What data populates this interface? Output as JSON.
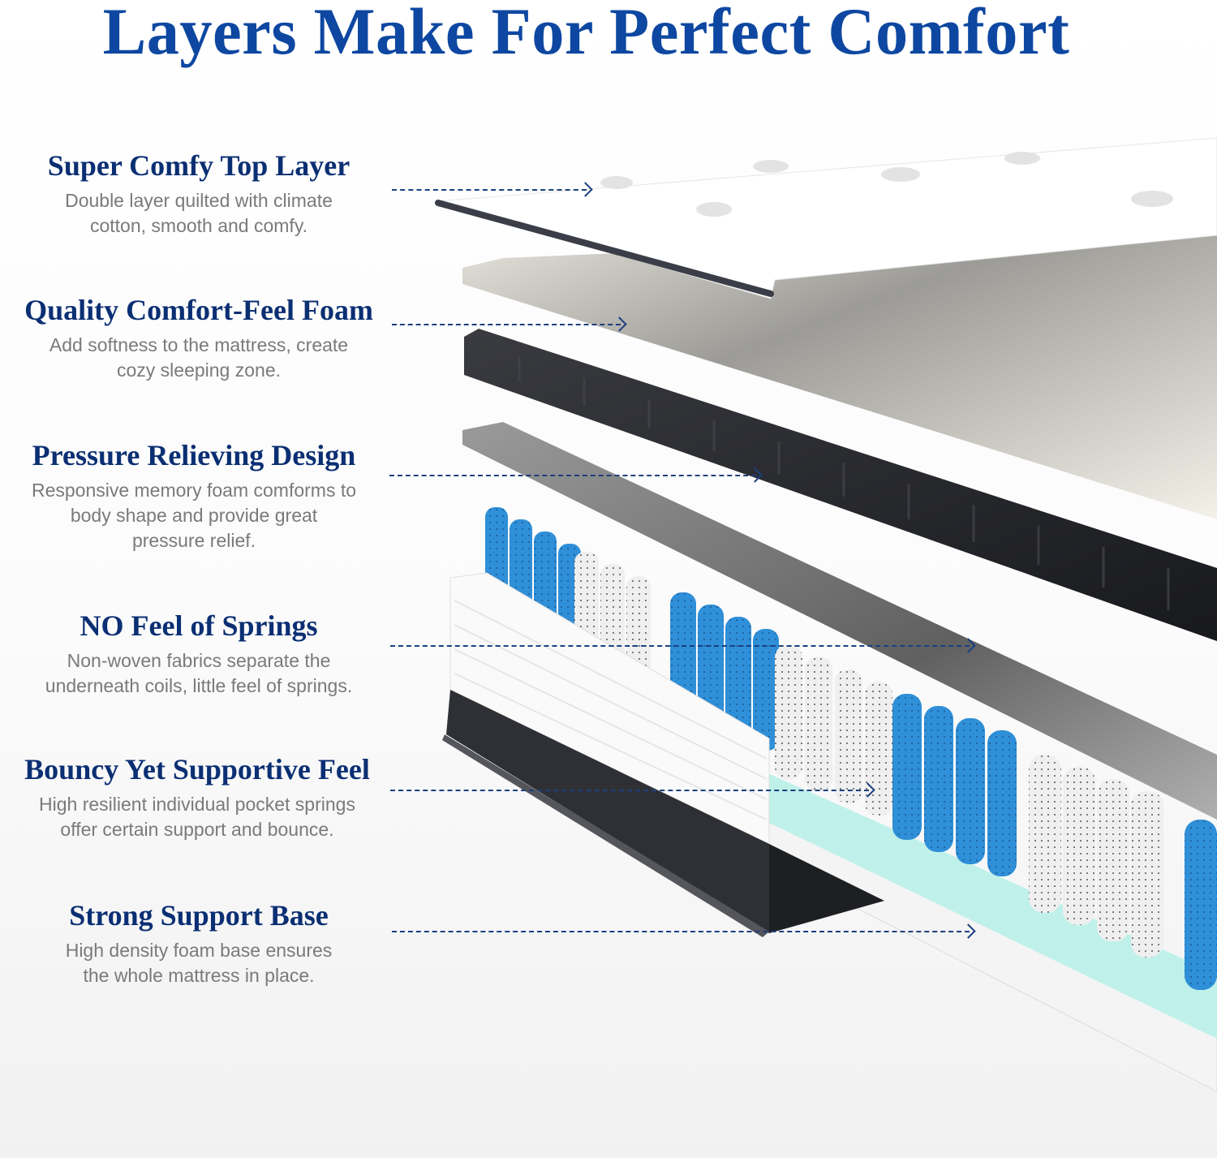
{
  "header": {
    "title": "Layers Make For Perfect Comfort"
  },
  "colors": {
    "title": "#0d47a1",
    "heading": "#0b2f73",
    "body_text": "#7a7a7a",
    "leader_line": "#1c3f7f",
    "spring_blue": "#2f8fd8",
    "spring_white": "#eeeeee",
    "foam_dark": "#2a2b30",
    "foam_cream": "#efede4",
    "foam_gray": "#8c8c8c",
    "support_mint": "#bff1ea"
  },
  "features": [
    {
      "heading": "Super Comfy Top Layer",
      "lines": [
        "Double layer quilted with climate",
        "cotton, smooth and comfy."
      ]
    },
    {
      "heading": "Quality Comfort-Feel Foam",
      "lines": [
        "Add softness to the mattress, create",
        "cozy sleeping zone."
      ]
    },
    {
      "heading": "Pressure Relieving Design",
      "lines": [
        "Responsive memory foam comforms to",
        "body shape and provide great",
        "pressure relief."
      ]
    },
    {
      "heading": "NO Feel of Springs",
      "lines": [
        "Non-woven fabrics separate the",
        "underneath coils, little feel of springs."
      ]
    },
    {
      "heading": "Bouncy Yet Supportive Feel",
      "lines": [
        "High resilient individual pocket springs",
        "offer certain support and bounce."
      ]
    },
    {
      "heading": "Strong Support Base",
      "lines": [
        "High density foam base ensures",
        "the whole mattress in place."
      ]
    }
  ]
}
